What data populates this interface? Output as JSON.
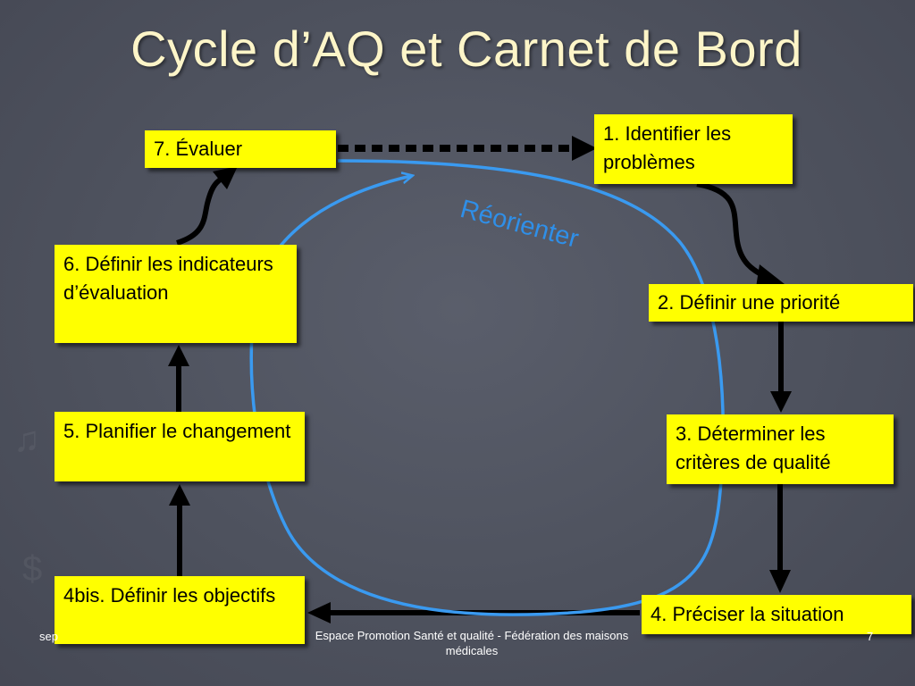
{
  "slide": {
    "title": "Cycle d’AQ et Carnet de Bord",
    "background_color": "#50545f",
    "accent_box_color": "#ffff00",
    "cycle_color": "#3a9af0"
  },
  "steps": {
    "step1": "1. Identifier les problèmes",
    "step2": "2. Définir une priorité",
    "step3": "3. Déterminer les critères de qualité",
    "step4": "4. Préciser la situation",
    "step4bis": "4bis. Définir les objectifs",
    "step5": "5. Planifier le changement",
    "step6": "6. Définir les indicateurs d’évaluation",
    "step7": "7. Évaluer"
  },
  "cycle_label": "Réorienter",
  "footer": {
    "left": "sep",
    "center": "Espace Promotion Santé et qualité - Fédération des maisons médicales",
    "page": "7"
  }
}
